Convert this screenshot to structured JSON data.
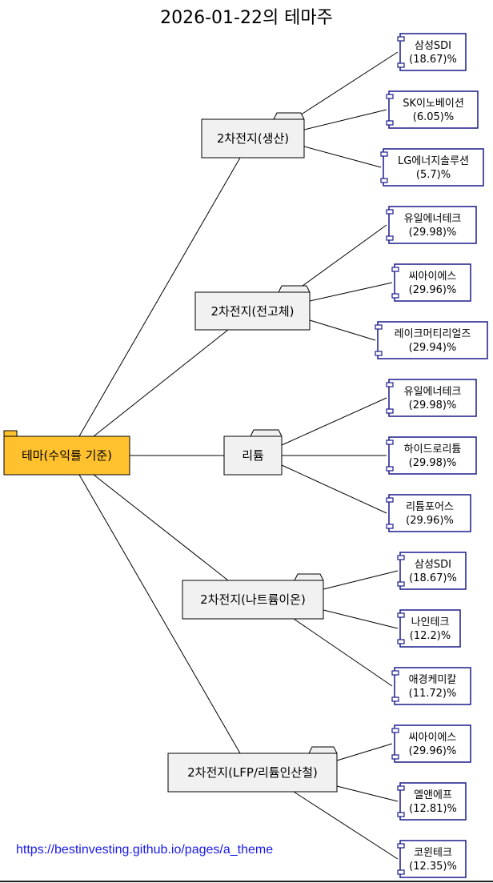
{
  "title": "2026-01-22의 테마주",
  "root": {
    "label": "테마(수익률 기준)"
  },
  "themes": [
    {
      "label": "2차전지(생산)",
      "stocks": [
        {
          "name": "삼성SDI",
          "pct": "(18.67)%"
        },
        {
          "name": "SK이노베이션",
          "pct": "(6.05)%"
        },
        {
          "name": "LG에너지솔루션",
          "pct": "(5.7)%"
        }
      ]
    },
    {
      "label": "2차전지(전고체)",
      "stocks": [
        {
          "name": "유일에너테크",
          "pct": "(29.98)%"
        },
        {
          "name": "씨아이에스",
          "pct": "(29.96)%"
        },
        {
          "name": "레이크머티리얼즈",
          "pct": "(29.94)%"
        }
      ]
    },
    {
      "label": "리튬",
      "stocks": [
        {
          "name": "유일에너테크",
          "pct": "(29.98)%"
        },
        {
          "name": "하이드로리튬",
          "pct": "(29.98)%"
        },
        {
          "name": "리튬포어스",
          "pct": "(29.96)%"
        }
      ]
    },
    {
      "label": "2차전지(나트륨이온)",
      "stocks": [
        {
          "name": "삼성SDI",
          "pct": "(18.67)%"
        },
        {
          "name": "나인테크",
          "pct": "(12.2)%"
        },
        {
          "name": "애경케미칼",
          "pct": "(11.72)%"
        }
      ]
    },
    {
      "label": "2차전지(LFP/리튬인산철)",
      "stocks": [
        {
          "name": "씨아이에스",
          "pct": "(29.96)%"
        },
        {
          "name": "엘앤에프",
          "pct": "(12.81)%"
        },
        {
          "name": "코윈테크",
          "pct": "(12.35)%"
        }
      ]
    }
  ],
  "footer": {
    "link_text": "https://bestinvesting.github.io/pages/a_theme"
  },
  "colors": {
    "root_fill": "#FFC12E",
    "folder_fill": "#F1F1F1",
    "component_border": "#1A1A8C",
    "link": "#1A1AE6"
  }
}
